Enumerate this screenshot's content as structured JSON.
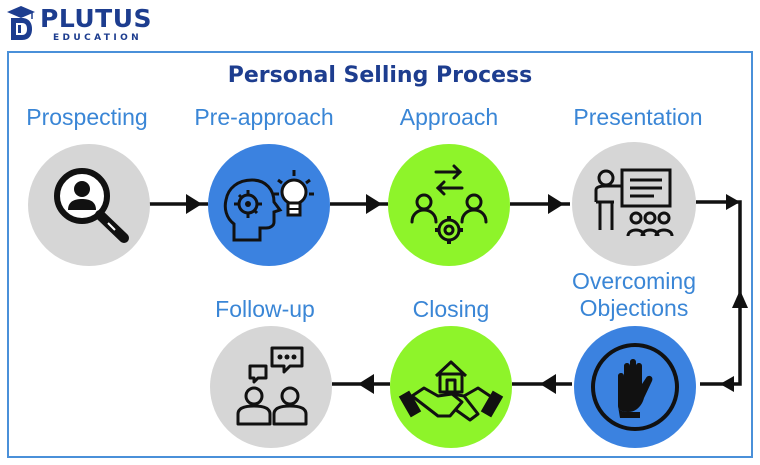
{
  "brand": {
    "name": "PLUTUS",
    "subtitle": "EDUCATION"
  },
  "title": "Personal Selling Process",
  "colors": {
    "brand_navy": "#1d3d8f",
    "label_blue": "#3a86d6",
    "frame_blue": "#4a90d9",
    "grey_circle": "#d6d6d6",
    "blue_circle": "#3b82e0",
    "green_circle": "#8ef42a"
  },
  "steps": [
    {
      "label": "Prospecting",
      "icon": "search-person-icon",
      "color": "grey"
    },
    {
      "label": "Pre-approach",
      "icon": "brain-idea-icon",
      "color": "blue"
    },
    {
      "label": "Approach",
      "icon": "team-exchange-icon",
      "color": "green"
    },
    {
      "label": "Presentation",
      "icon": "presenter-board-icon",
      "color": "grey"
    },
    {
      "label_line1": "Overcoming",
      "label_line2": "Objections",
      "icon": "stop-hand-icon",
      "color": "blue"
    },
    {
      "label": "Closing",
      "icon": "handshake-house-icon",
      "color": "green"
    },
    {
      "label": "Follow-up",
      "icon": "conversation-icon",
      "color": "grey"
    }
  ]
}
